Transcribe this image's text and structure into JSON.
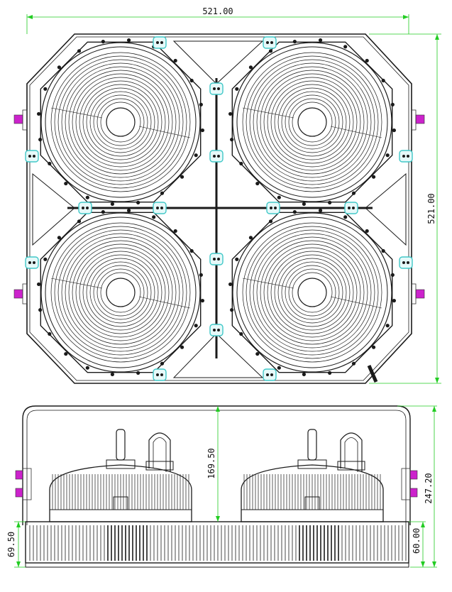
{
  "dimensions": {
    "top_width": "521.00",
    "top_height": "521.00",
    "side_mid_height": "169.50",
    "side_total_height": "247.20",
    "side_base_left": "69.50",
    "side_base_right": "60.00"
  },
  "colors": {
    "line": "#1a1a1a",
    "dimension": "#22cc22",
    "bracket": "#40c8c8",
    "bolt": "#cc22cc"
  }
}
